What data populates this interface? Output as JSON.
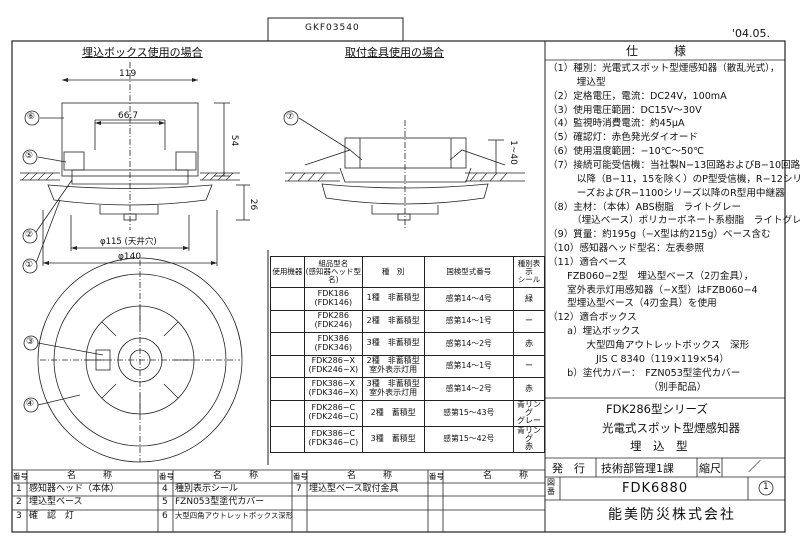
{
  "header": {
    "code": "GKF03540",
    "date": "'04.05."
  },
  "views": {
    "left_title": "埋込ボックス使用の場合",
    "right_title": "取付金具使用の場合",
    "dims": {
      "d119": "119",
      "d66": "66.7",
      "d54": "54",
      "d26": "26",
      "d115": "φ115 (天井穴)",
      "d140": "φ140",
      "d140r": "1~40"
    },
    "callouts": [
      "⑥",
      "⑤",
      "②",
      "①",
      "⑦",
      "③",
      "④"
    ]
  },
  "spec": {
    "title": "仕　　　様",
    "lines": [
      "（1）種別：光電式スポット型煙感知器（散乱光式），",
      "　　　埋込型",
      "（2）定格電圧，電流：DC24V，100mA",
      "（3）使用電圧範囲：DC15V〜30V",
      "（4）監視時消費電流：約45μA",
      "（5）確認灯：赤色発光ダイオード",
      "（6）使用温度範囲：−10℃〜50℃",
      "（7）接続可能受信機：当社製N−13回路およびB−10回路",
      "　　　以降（B−11，15を除く）のP型受信機，R−12シリ",
      "　　　ーズおよびR−1100シリーズ以降のR型用中継器",
      "（8）主材：（本体）ABS樹脂　ライトグレー",
      "　　　（埋込ベース）ポリカーボネート系樹脂　ライトグレー",
      "（9）質量：約195g（−X型は約215g）ベース含む",
      "（10）感知器ヘッド型名：左表参照",
      "（11）適合ベース",
      "　　FZB060−2型　埋込型ベース（2刃金具），",
      "　　室外表示灯用感知器（−X型）はFZB060−4",
      "　　型埋込型ベース（4刃金具）を使用",
      "（12）適合ボックス",
      "　　a）埋込ボックス",
      "　　　　大型四角アウトレットボックス　深形",
      "　　　　　JIS C 8340（119×119×54）",
      "　　b）塗代カバー：　FZN053型塗代カバー",
      "　　　　　　　　　　　（別手配品）"
    ]
  },
  "product_table": {
    "headers": [
      "使用機器",
      "組品型名\n(感知器ヘッド型名)",
      "種　別",
      "国検型式番号",
      "種別表示\nシール"
    ],
    "rows": [
      {
        "name": [
          "FDK186",
          "(FDK146)"
        ],
        "type": [
          "1種　非蓄積型"
        ],
        "cert": "感第14〜4号",
        "seal": "緑"
      },
      {
        "name": [
          "FDK286",
          "(FDK246)"
        ],
        "type": [
          "2種　非蓄積型"
        ],
        "cert": "感第14〜1号",
        "seal": "ー"
      },
      {
        "name": [
          "FDK386",
          "(FDK346)"
        ],
        "type": [
          "3種　非蓄積型"
        ],
        "cert": "感第14〜2号",
        "seal": "赤"
      },
      {
        "name": [
          "FDK286−X",
          "(FDK246−X)"
        ],
        "type": [
          "2種　非蓄積型",
          "室外表示灯用"
        ],
        "cert": "感第14〜1号",
        "seal": "ー"
      },
      {
        "name": [
          "FDK386−X",
          "(FDK346−X)"
        ],
        "type": [
          "3種　非蓄積型",
          "室外表示灯用"
        ],
        "cert": "感第14〜2号",
        "seal": "赤"
      },
      {
        "name": [
          "FDK286−C",
          "(FDK246−C)"
        ],
        "type": [
          "2種　蓄積型"
        ],
        "cert": "感第15〜43号",
        "seal": "青リング\nグレー"
      },
      {
        "name": [
          "FDK386−C",
          "(FDK346−C)"
        ],
        "type": [
          "3種　蓄積型"
        ],
        "cert": "感第15〜42号",
        "seal": "青リング\n赤"
      }
    ]
  },
  "title_block": {
    "series": "FDK286型シリーズ",
    "name": "光電式スポット型煙感知器",
    "kind": "埋　込　型",
    "issue_label": "発　行",
    "issuer": "技術部管理1課",
    "scale_label": "縮尺",
    "scale_value": "／",
    "fig_label": "図番",
    "fig_number": "FDK6880",
    "revision": "1",
    "company": "能美防災株式会社"
  },
  "parts": {
    "header": {
      "no": "番号",
      "name": "名　　　称"
    },
    "items": [
      {
        "no": "1",
        "name": "感知器ヘッド（本体）"
      },
      {
        "no": "2",
        "name": "埋込型ベース"
      },
      {
        "no": "3",
        "name": "確　認　灯"
      },
      {
        "no": "4",
        "name": "種別表示シール"
      },
      {
        "no": "5",
        "name": "FZN053型塗代カバー"
      },
      {
        "no": "6",
        "name": "大型四角アウトレットボックス深形"
      },
      {
        "no": "7",
        "name": "埋込型ベース取付金具"
      }
    ]
  }
}
